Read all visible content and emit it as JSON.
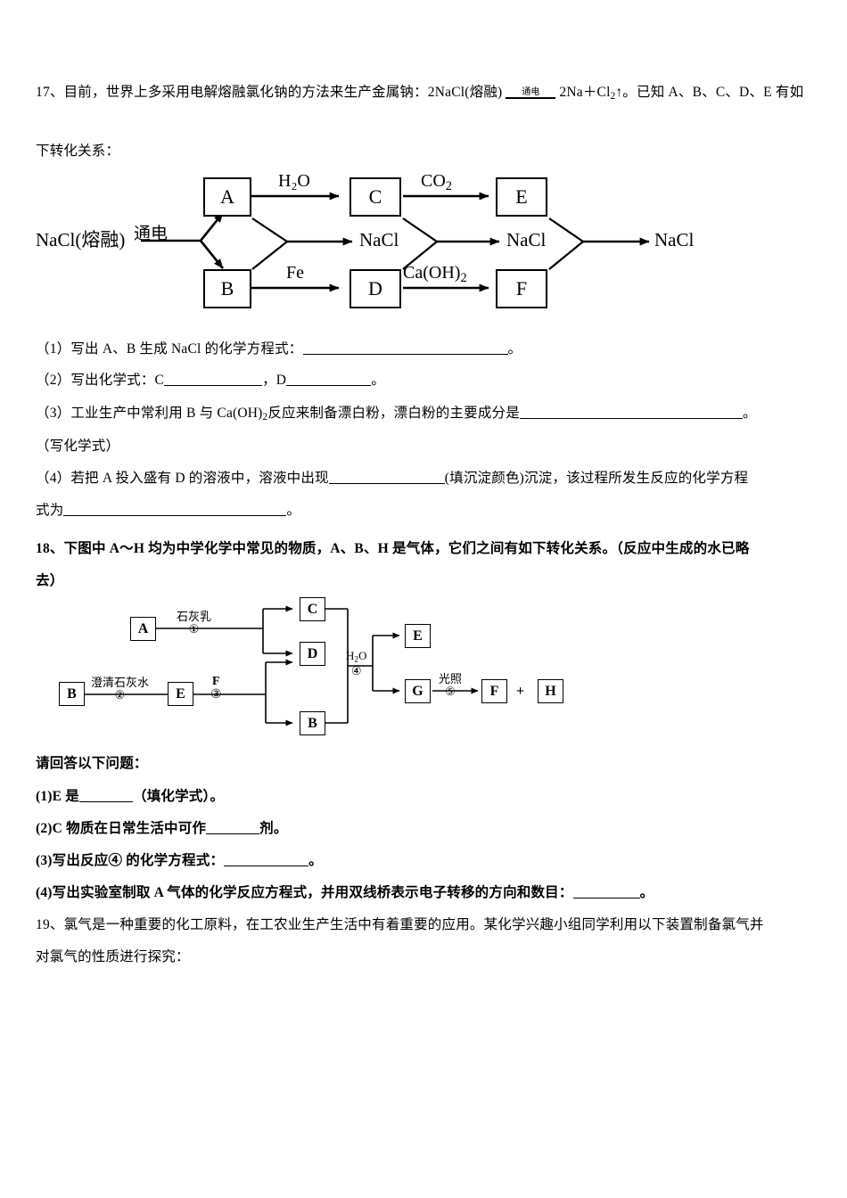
{
  "q17": {
    "number": "17、",
    "text_part1": "目前，世界上多采用电解熔融氯化钠的方法来生产金属钠：2NaCl(熔融)",
    "condition": "通电",
    "text_part2_pre": "2Na＋Cl",
    "text_part2_sub": "2",
    "text_part2_post": "↑。已知 A、B、C、D、E 有如",
    "line2": "下转化关系：",
    "items": [
      {
        "label": "（1）写出 A、B 生成 NaCl 的化学方程式：",
        "blank_width": "230",
        "tail": "。"
      },
      {
        "label": "（2）写出化学式：C",
        "blank_width": "110",
        "mid": "，D",
        "blank2_width": "95",
        "tail": "。"
      },
      {
        "label_a": "（3）工业生产中常利用 B 与 Ca(OH)",
        "label_sub": "2",
        "label_b": "反应来制备漂白粉，漂白粉的主要成分是",
        "blank_width": "250",
        "tail": "。",
        "note": "（写化学式）"
      },
      {
        "label_a": "（4）若把 A 投入盛有 D 的溶液中，溶液中出现",
        "blank_width": "130",
        "label_b": "(填沉淀颜色)沉淀，该过程所发生反应的化学方程",
        "line2_pre": "式为",
        "blank2_width": "250",
        "tail": "。"
      }
    ]
  },
  "diagram1": {
    "source_label": "NaCl(熔融)",
    "source_condition": "通电",
    "boxes": [
      {
        "id": "A",
        "label": "A"
      },
      {
        "id": "B",
        "label": "B"
      },
      {
        "id": "C",
        "label": "C"
      },
      {
        "id": "D",
        "label": "D"
      },
      {
        "id": "E",
        "label": "E"
      },
      {
        "id": "F",
        "label": "F"
      }
    ],
    "arrow_labels": {
      "a_to_c": "H₂O",
      "b_to_d": "Fe",
      "c_to_e_pre": "CO",
      "c_to_e_sub": "2",
      "d_to_f_pre": "Ca(OH)",
      "d_to_f_sub": "2"
    },
    "products": {
      "merge1": "NaCl",
      "merge2": "NaCl",
      "merge3": "NaCl"
    }
  },
  "q18": {
    "number": "18、",
    "line1": "下图中 A～H 均为中学化学中常见的物质，A、B、H 是气体，它们之间有如下转化关系。（反应中生成的水已略",
    "line2": "去）",
    "prompt": "请回答以下问题：",
    "items": [
      {
        "pre": "(1)E 是",
        "blank_width": "60",
        "post": "（填化学式）。"
      },
      {
        "pre": "(2)C 物质在日常生活中可作",
        "blank_width": "60",
        "post": "剂。"
      },
      {
        "pre": "(3)写出反应④ 的化学方程式：",
        "blank_width": "95",
        "post": "。"
      },
      {
        "pre": "(4)写出实验室制取 A 气体的化学反应方程式，并用双线桥表示电子转移的方向和数目：",
        "blank_width": "75",
        "post": "。"
      }
    ]
  },
  "diagram2": {
    "boxes": [
      {
        "id": "A",
        "label": "A"
      },
      {
        "id": "B1",
        "label": "B"
      },
      {
        "id": "C",
        "label": "C"
      },
      {
        "id": "D",
        "label": "D"
      },
      {
        "id": "B2",
        "label": "B"
      },
      {
        "id": "E1",
        "label": "E"
      },
      {
        "id": "E2",
        "label": "E"
      },
      {
        "id": "G",
        "label": "G"
      },
      {
        "id": "F",
        "label": "F"
      },
      {
        "id": "H",
        "label": "H"
      }
    ],
    "labels": {
      "step1_name": "石灰乳",
      "step1_num": "①",
      "step2_name": "澄清石灰水",
      "step2_num": "②",
      "step3_name": "F",
      "step3_num": "③",
      "step4_name_pre": "H",
      "step4_name_sub": "2",
      "step4_name_post": "O",
      "step4_num": "④",
      "step5_name": "光照",
      "step5_num": "⑤",
      "plus": "+"
    }
  },
  "q19": {
    "number": "19、",
    "line1": "氯气是一种重要的化工原料，在工农业生产生活中有着重要的应用。某化学兴趣小组同学利用以下装置制备氯气并",
    "line2": "对氯气的性质进行探究："
  },
  "colors": {
    "ink": "#000000",
    "paper": "#ffffff"
  }
}
